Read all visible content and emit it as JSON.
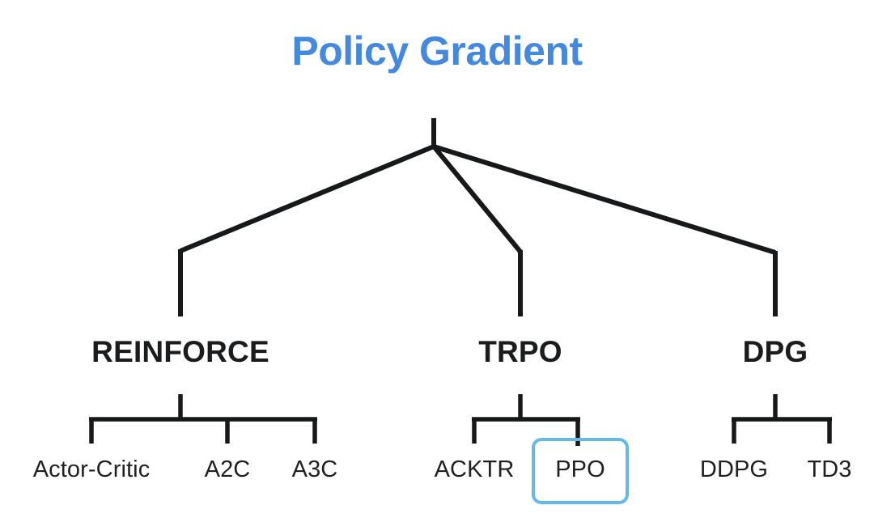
{
  "diagram": {
    "title": "Policy Gradient",
    "type": "tree-taxonomy",
    "colors": {
      "title": "#4489dd",
      "node_text": "#1b1c1e",
      "leaf_text": "#1f2023",
      "connector": "#17181a",
      "highlight_border": "#66b8e8",
      "background": "#ffffff"
    },
    "root": {
      "label": "Policy Gradient"
    },
    "branches": [
      {
        "id": "reinforce",
        "label": "REINFORCE",
        "children": [
          {
            "id": "actor-critic",
            "label": "Actor-Critic",
            "highlighted": false
          },
          {
            "id": "a2c",
            "label": "A2C",
            "highlighted": false
          },
          {
            "id": "a3c",
            "label": "A3C",
            "highlighted": false
          }
        ]
      },
      {
        "id": "trpo",
        "label": "TRPO",
        "children": [
          {
            "id": "acktr",
            "label": "ACKTR",
            "highlighted": false
          },
          {
            "id": "ppo",
            "label": "PPO",
            "highlighted": true
          }
        ]
      },
      {
        "id": "dpg",
        "label": "DPG",
        "children": [
          {
            "id": "ddpg",
            "label": "DDPG",
            "highlighted": false
          },
          {
            "id": "td3",
            "label": "TD3",
            "highlighted": false
          }
        ]
      }
    ]
  }
}
